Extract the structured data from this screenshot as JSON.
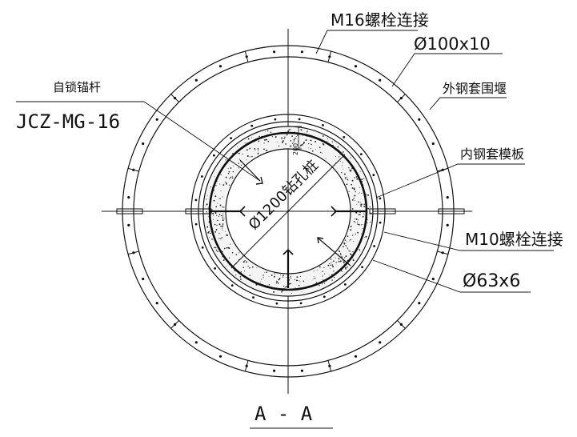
{
  "drawing": {
    "section_title": "A - A",
    "labels": {
      "m16_bolt": "M16螺栓连接",
      "outer_pipe": "Ø100x10",
      "outer_cofferdam": "外钢套围堰",
      "anchor_cn": "自锁锚杆",
      "anchor_code": "JCZ-MG-16",
      "inner_formwork": "内钢套模板",
      "m10_bolt": "M10螺栓连接",
      "inner_pipe": "Ø63x6",
      "pile": "Ø1200钻孔桩",
      "thickness": "200"
    },
    "colors": {
      "line": "#111111",
      "concrete_fill": "#f4f4f4"
    }
  }
}
